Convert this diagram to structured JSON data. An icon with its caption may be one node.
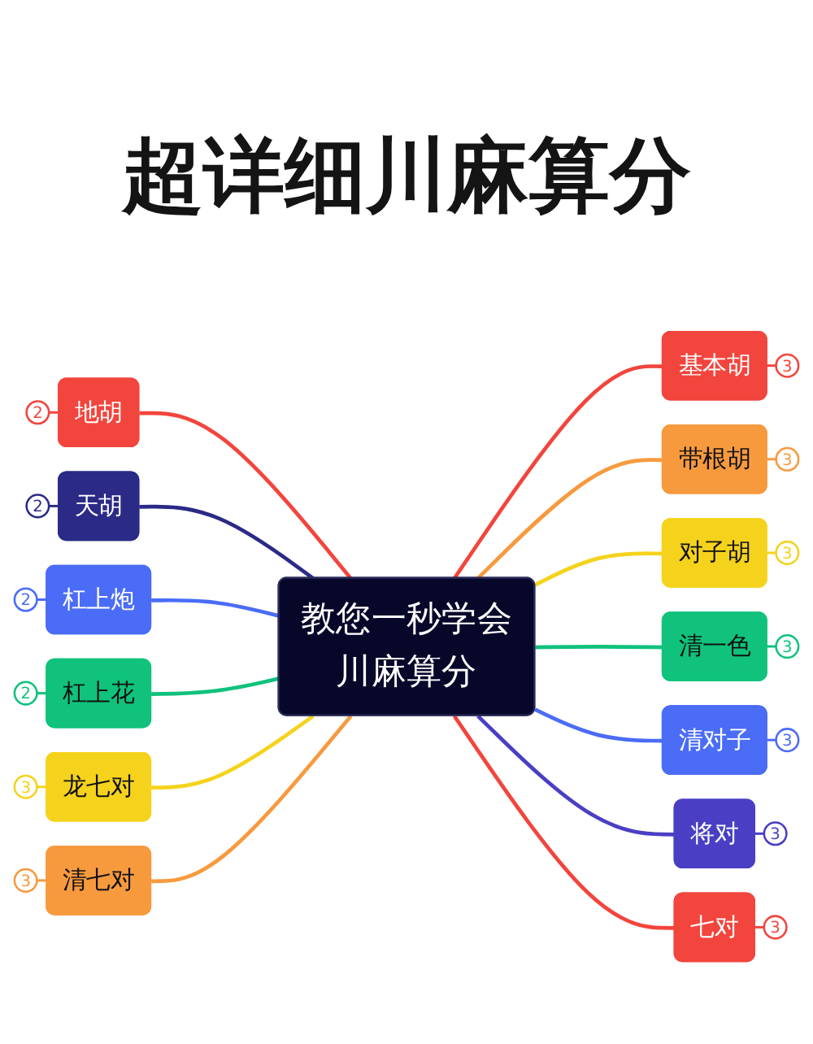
{
  "diagram": {
    "title": "超详细川麻算分",
    "nodes": [
      {
        "text": [
          "教您一秒学会川麻算分"
        ]
      },
      {
        "text": [
          "地胡"
        ],
        "beside": [
          "2"
        ]
      },
      {
        "text": [
          "天胡"
        ],
        "beside": [
          "2"
        ]
      },
      {
        "text": [
          "杠上炮"
        ],
        "beside": [
          "2"
        ]
      },
      {
        "text": [
          "杠上花"
        ],
        "beside": [
          "2"
        ]
      },
      {
        "text": [
          "龙七对"
        ],
        "beside": [
          "3"
        ]
      },
      {
        "text": [
          "清七对"
        ],
        "beside": [
          "3"
        ]
      },
      {
        "text": [
          "基本胡"
        ],
        "beside": [
          "3"
        ]
      },
      {
        "text": [
          "带根胡"
        ],
        "beside": [
          "3"
        ]
      },
      {
        "text": [
          "对子胡"
        ],
        "beside": [
          "3"
        ]
      },
      {
        "text": [
          "清一色"
        ],
        "beside": [
          "3"
        ]
      },
      {
        "text": [
          "清对子"
        ],
        "beside": [
          "3"
        ]
      },
      {
        "text": [
          "将对"
        ],
        "beside": [
          "3"
        ]
      },
      {
        "text": [
          "七对"
        ],
        "beside": [
          "3"
        ]
      }
    ],
    "edges": [
      {
        "from": 1,
        "to": 0,
        "arrow": "none",
        "color": "#f2453d"
      },
      {
        "from": 2,
        "to": 0,
        "arrow": "none",
        "color": "#2b2a86"
      },
      {
        "from": 3,
        "to": 0,
        "arrow": "none",
        "color": "#4a6cf7"
      },
      {
        "from": 4,
        "to": 0,
        "arrow": "none",
        "color": "#10c27c"
      },
      {
        "from": 5,
        "to": 0,
        "arrow": "none",
        "color": "#f5d31c"
      },
      {
        "from": 6,
        "to": 0,
        "arrow": "none",
        "color": "#f79a3e"
      },
      {
        "from": 0,
        "to": 7,
        "arrow": "none",
        "color": "#f2453d"
      },
      {
        "from": 0,
        "to": 8,
        "arrow": "none",
        "color": "#f79a3e"
      },
      {
        "from": 0,
        "to": 9,
        "arrow": "none",
        "color": "#f5d31c"
      },
      {
        "from": 0,
        "to": 10,
        "arrow": "none",
        "color": "#10c27c"
      },
      {
        "from": 0,
        "to": 11,
        "arrow": "none",
        "color": "#4a6cf7"
      },
      {
        "from": 0,
        "to": 12,
        "arrow": "none",
        "color": "#4a3fc4"
      },
      {
        "from": 0,
        "to": 13,
        "arrow": "none",
        "color": "#f2453d"
      }
    ]
  }
}
